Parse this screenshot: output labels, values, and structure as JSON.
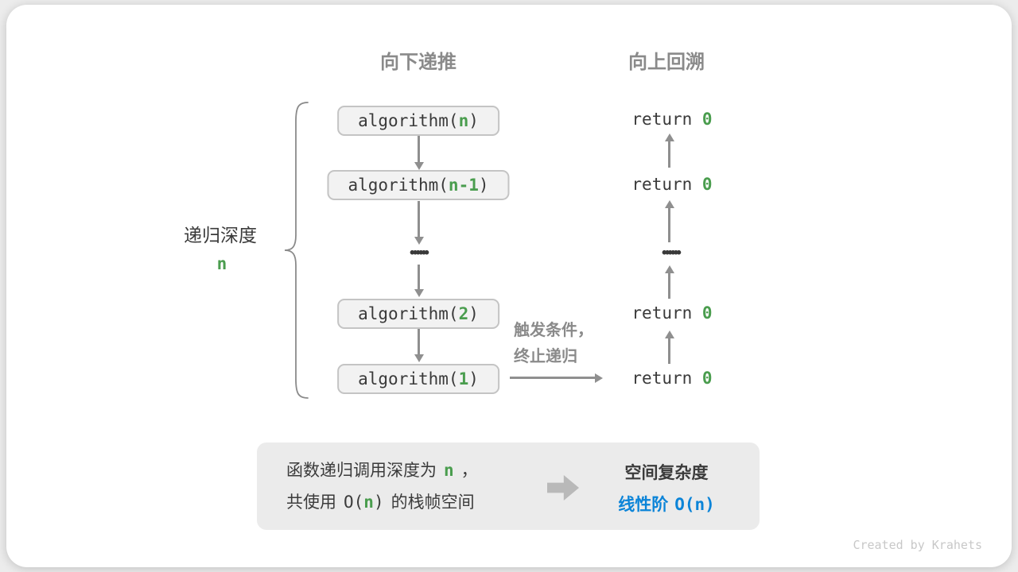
{
  "headers": {
    "recurse_down": "向下递推",
    "backtrack_up": "向上回溯"
  },
  "depth_label": {
    "text": "递归深度",
    "var": "n"
  },
  "flow": {
    "boxes": [
      {
        "pre": "algorithm(",
        "arg": "n",
        "post": ")"
      },
      {
        "pre": "algorithm(",
        "arg": "n-1",
        "post": ")"
      },
      {
        "pre": "algorithm(",
        "arg": "2",
        "post": ")"
      },
      {
        "pre": "algorithm(",
        "arg": "1",
        "post": ")"
      }
    ],
    "ellipsis": "••••••",
    "returns": [
      {
        "pre": "return ",
        "val": "0"
      },
      {
        "pre": "return ",
        "val": "0"
      },
      {
        "pre": "return ",
        "val": "0"
      },
      {
        "pre": "return ",
        "val": "0"
      }
    ]
  },
  "trigger": {
    "line1": "触发条件，",
    "line2": "终止递归"
  },
  "summary": {
    "line1_pre": "函数递归调用深度为",
    "line1_arg": "n",
    "line1_post": "，",
    "line2_pre": "共使用",
    "line2_code_pre": "O(",
    "line2_code_arg": "n",
    "line2_code_post": ")",
    "line2_post": "的栈帧空间",
    "result_title": "空间复杂度",
    "result_pre": "线性阶",
    "result_code": "O(n)"
  },
  "watermark": "Created by Krahets",
  "colors": {
    "green": "#4a9d4e",
    "blue": "#0b84d8",
    "gray_label": "#8a8a8a",
    "arrow": "#8f8f8f",
    "box_bg": "#f2f2f2",
    "box_border": "#c4c4c4",
    "summary_bg": "#ebebeb"
  }
}
